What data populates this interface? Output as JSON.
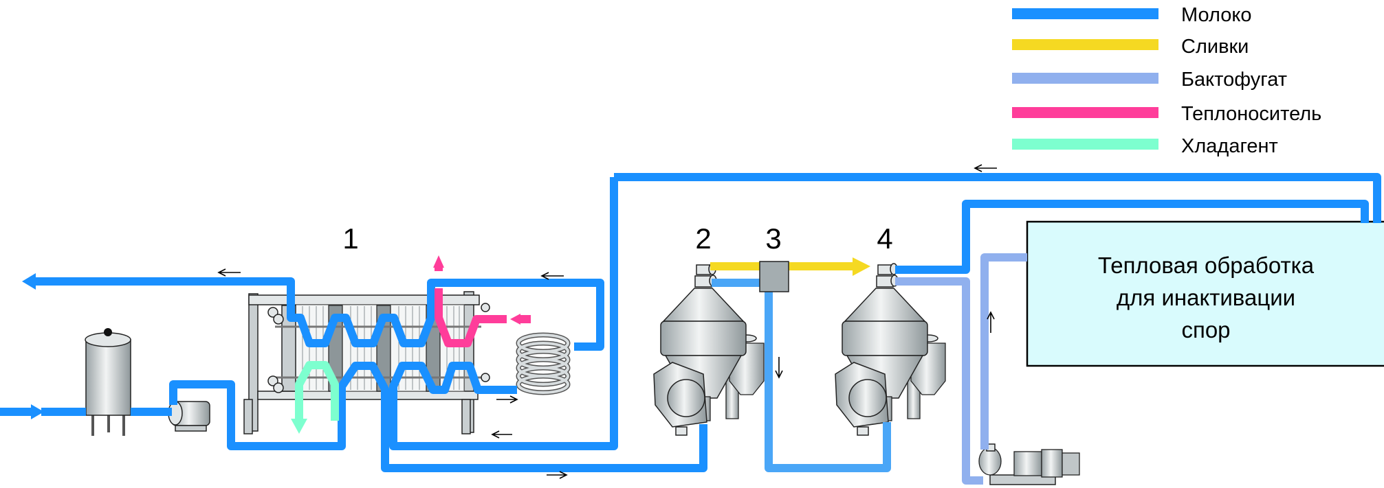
{
  "legend": [
    {
      "label": "Молоко",
      "color": "#1a90ff"
    },
    {
      "label": "Сливки",
      "color": "#f5d922"
    },
    {
      "label": "Бактофугат",
      "color": "#90b0ee"
    },
    {
      "label": "Теплоноситель",
      "color": "#ff3d9a"
    },
    {
      "label": "Хладагент",
      "color": "#7dffcf"
    }
  ],
  "units": {
    "u1": "1",
    "u2": "2",
    "u3": "3",
    "u4": "4"
  },
  "process_box": {
    "line1": "Тепловая обработка",
    "line2": "для инактивации",
    "line3": "спор"
  },
  "colors": {
    "milk_light": "#4aa6f7",
    "box_fill": "#d9fbfd"
  }
}
